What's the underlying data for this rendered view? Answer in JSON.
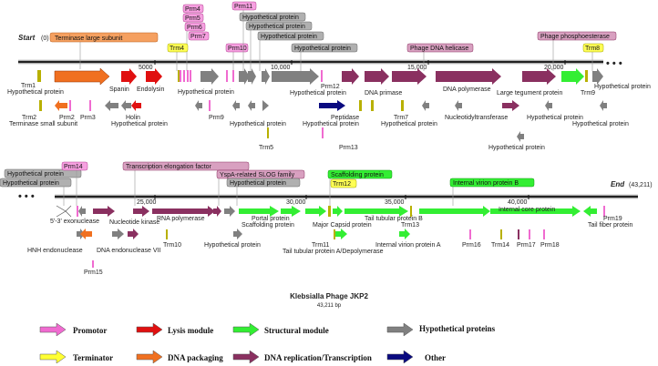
{
  "header": {
    "start_label": "Start",
    "start_pos": "(0)",
    "end_label": "End",
    "end_pos": "(43,211)",
    "continuation": "• • •"
  },
  "title": {
    "name": "Klebsialla Phage JKP2",
    "size": "43,211 bp"
  },
  "ticks_top": [
    "5000",
    "10,000",
    "15,000",
    "20,000"
  ],
  "ticks_bottom": [
    "25,000",
    "30,000",
    "35,000",
    "40,000"
  ],
  "colors": {
    "promotor": "#f06bd0",
    "lysis": "#e01010",
    "structural": "#33ee33",
    "hypothetical": "#808080",
    "terminator": "#ffff33",
    "packaging": "#f07020",
    "replication": "#8a3060",
    "other": "#0a0a80"
  },
  "boxes_top": [
    {
      "text": "Terminase large subunit",
      "cat": "packaging"
    },
    {
      "text": "Prm4",
      "cat": "promotor"
    },
    {
      "text": "Prm5",
      "cat": "promotor"
    },
    {
      "text": "Prm6",
      "cat": "promotor"
    },
    {
      "text": "Prm7",
      "cat": "promotor"
    },
    {
      "text": "Trm4",
      "cat": "terminator"
    },
    {
      "text": "Prm10",
      "cat": "promotor"
    },
    {
      "text": "Prm11",
      "cat": "promotor"
    },
    {
      "text": "Hypothetical protein",
      "cat": "hypothetical"
    },
    {
      "text": "Hypothetical protein",
      "cat": "hypothetical"
    },
    {
      "text": "Hypothetical protein",
      "cat": "hypothetical"
    },
    {
      "text": "Hypothetical protein",
      "cat": "hypothetical"
    },
    {
      "text": "Phage DNA helicase",
      "cat": "replication"
    },
    {
      "text": "Phage phosphoesterase",
      "cat": "replication"
    },
    {
      "text": "Trm8",
      "cat": "terminator"
    }
  ],
  "labels_top": [
    "Trm1",
    "Hypothetical protein",
    "Spanin",
    "Endolysin",
    "Hypothetical protein",
    "Prm12",
    "Hypothetical protein",
    "DNA primase",
    "DNA polymerase",
    "Large tegument protein",
    "Trm9",
    "Hypothetical protein",
    "Trm2",
    "Terminase small subunit",
    "Prm2",
    "Prm3",
    "Holin",
    "Hypothetical protein",
    "Prm9",
    "Hypothetical protein",
    "Trm5",
    "Peptidase",
    "Trm7",
    "Hypothetical protein",
    "Nucleotidyltransferase",
    "Hypothetical protein",
    "Hypothetical protein",
    "Hypothetical protein",
    "Prm13",
    "Hypothetical protein"
  ],
  "boxes_bottom": [
    {
      "text": "Hypothetical protein",
      "cat": "hypothetical"
    },
    {
      "text": "Prm14",
      "cat": "promotor"
    },
    {
      "text": "Hypothetical protein",
      "cat": "hypothetical"
    },
    {
      "text": "Transcription elongation factor",
      "cat": "replication"
    },
    {
      "text": "YspA-related SLOG family",
      "cat": "replication"
    },
    {
      "text": "Hypothetical protein",
      "cat": "hypothetical"
    },
    {
      "text": "Scaffolding protein",
      "cat": "structural"
    },
    {
      "text": "Trm12",
      "cat": "terminator"
    },
    {
      "text": "Internal virion protein B",
      "cat": "structural"
    }
  ],
  "labels_bottom": [
    "5'-3' exonuclease",
    "Nucleotide kinase",
    "RNA polymerase",
    "Portal protein",
    "Scaffolding protein",
    "Major Capsid protein",
    "Tail tubular protein B",
    "Trm13",
    "Internal core protein",
    "Tail fiber protein",
    "Prm19",
    "HNH endonuclease",
    "DNA endonuclease VII",
    "Trm10",
    "Hypothetical protein",
    "Trm11",
    "Tail tubular protein A/Depolymerase",
    "Internal virion protein A",
    "Prm16",
    "Trm14",
    "Prm17",
    "Prm18",
    "Prm15"
  ],
  "legend": [
    {
      "label": "Promotor",
      "cat": "promotor"
    },
    {
      "label": "Lysis module",
      "cat": "lysis"
    },
    {
      "label": "Structural module",
      "cat": "structural"
    },
    {
      "label": "Hypothetical proteins",
      "cat": "hypothetical"
    },
    {
      "label": "Terminator",
      "cat": "terminator"
    },
    {
      "label": "DNA packaging",
      "cat": "packaging"
    },
    {
      "label": "DNA replication/Transcription",
      "cat": "replication"
    },
    {
      "label": "Other",
      "cat": "other"
    }
  ]
}
